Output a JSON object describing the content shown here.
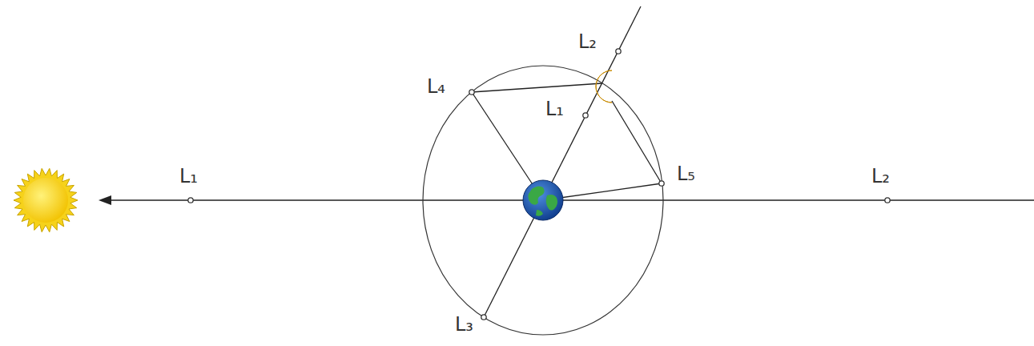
{
  "diagram": {
    "labels": [
      "L₂",
      "L₄",
      "L₁",
      "L₁",
      "L₅",
      "L₂",
      "L₃"
    ]
  }
}
